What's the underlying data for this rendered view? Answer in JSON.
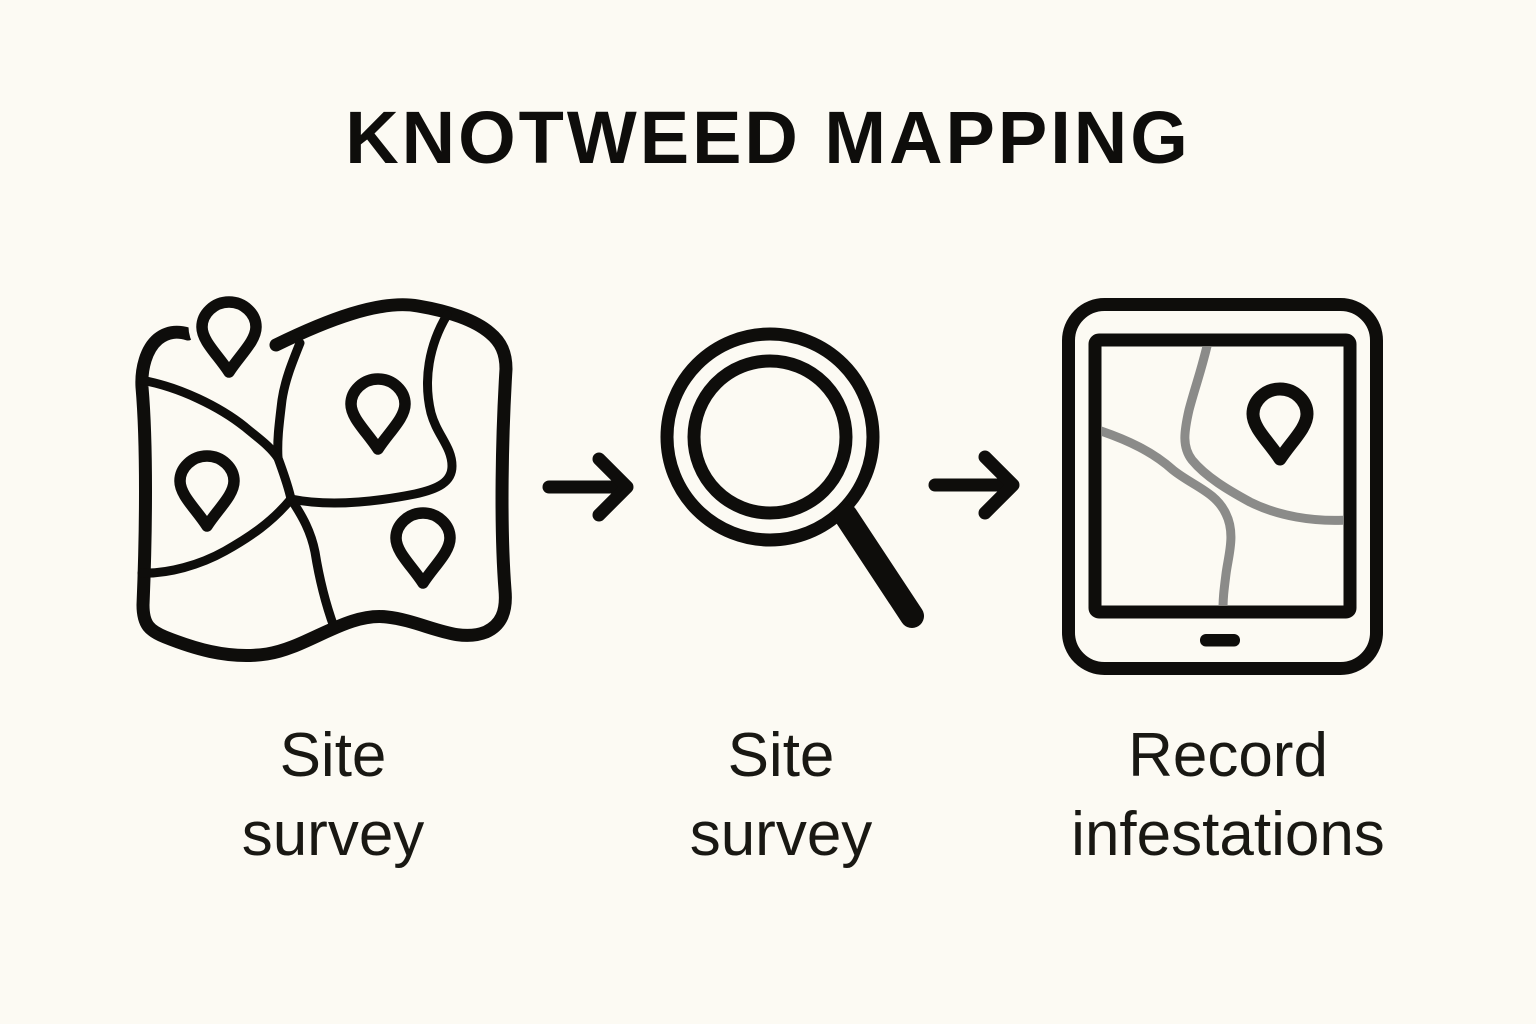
{
  "title": "KNOTWEED MAPPING",
  "colors": {
    "background": "#FCFAF3",
    "ink": "#0E0D0B",
    "route-gray": "#8B8B89"
  },
  "steps": [
    {
      "id": "step-1",
      "icon": "map-with-pins-icon",
      "label_lines": [
        "Site",
        "survey"
      ]
    },
    {
      "id": "step-2",
      "icon": "magnifier-icon",
      "label_lines": [
        "Site",
        "survey"
      ]
    },
    {
      "id": "step-3",
      "icon": "tablet-map-icon",
      "label_lines": [
        "Record",
        "infestations"
      ]
    }
  ],
  "arrows": [
    {
      "icon": "arrow-right-icon"
    },
    {
      "icon": "arrow-right-icon"
    }
  ]
}
